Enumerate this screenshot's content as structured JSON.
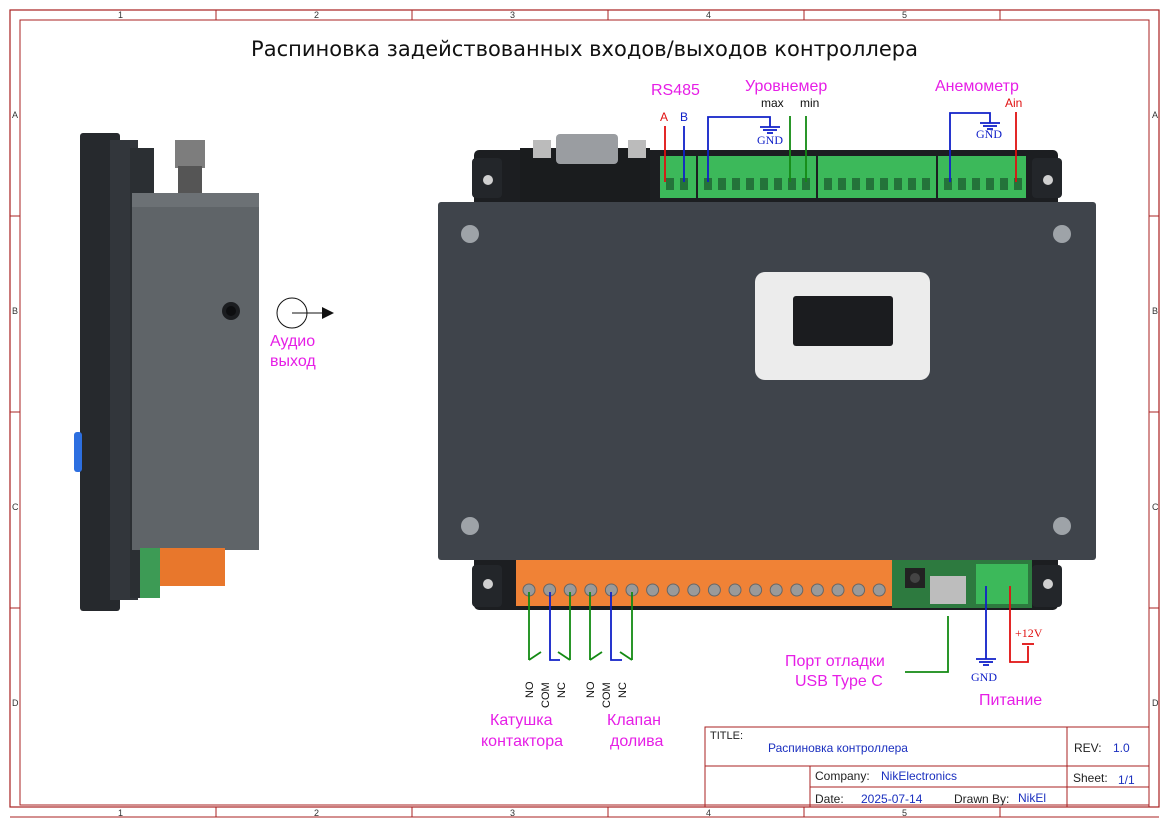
{
  "page_title": "Распиновка задействованных входов/выходов контроллера",
  "border": {
    "columns": [
      "1",
      "2",
      "3",
      "4",
      "5"
    ],
    "rows": [
      "A",
      "B",
      "C",
      "D"
    ]
  },
  "connectors": {
    "rs485": {
      "title": "RS485",
      "a": "A",
      "b": "B"
    },
    "level": {
      "title": "Уровнемер",
      "max": "max",
      "min": "min",
      "gnd": "GND"
    },
    "anemometer": {
      "title": "Анемометр",
      "ain": "Ain",
      "gnd": "GND"
    },
    "audio": {
      "line1": "Аудио",
      "line2": "выход"
    },
    "contactor": {
      "no": "NO",
      "com": "COM",
      "nc": "NC",
      "line1": "Катушка",
      "line2": "контактора"
    },
    "valve": {
      "no": "NO",
      "com": "COM",
      "nc": "NC",
      "line1": "Клапан",
      "line2": "долива"
    },
    "usb": {
      "line1": "Порт отладки",
      "line2": "USB Type C"
    },
    "power": {
      "title": "Питание",
      "gnd": "GND",
      "v12": "+12V"
    }
  },
  "title_block": {
    "title_label": "TITLE:",
    "title_value": "Распиновка контроллера",
    "rev_label": "REV:",
    "rev_value": "1.0",
    "company_label": "Company:",
    "company_value": "NikElectronics",
    "sheet_label": "Sheet:",
    "sheet_value": "1/1",
    "date_label": "Date:",
    "date_value": "2025-07-14",
    "drawn_label": "Drawn By:",
    "drawn_value": "NikEl"
  },
  "colors": {
    "frame": "#a82020",
    "label": "#e61ee6",
    "wire_red": "#e01010",
    "wire_blue": "#1020c8",
    "wire_green": "#138a13",
    "case": "#3f444b",
    "terminal_green": "#3cb95a",
    "terminal_orange": "#f08236"
  }
}
